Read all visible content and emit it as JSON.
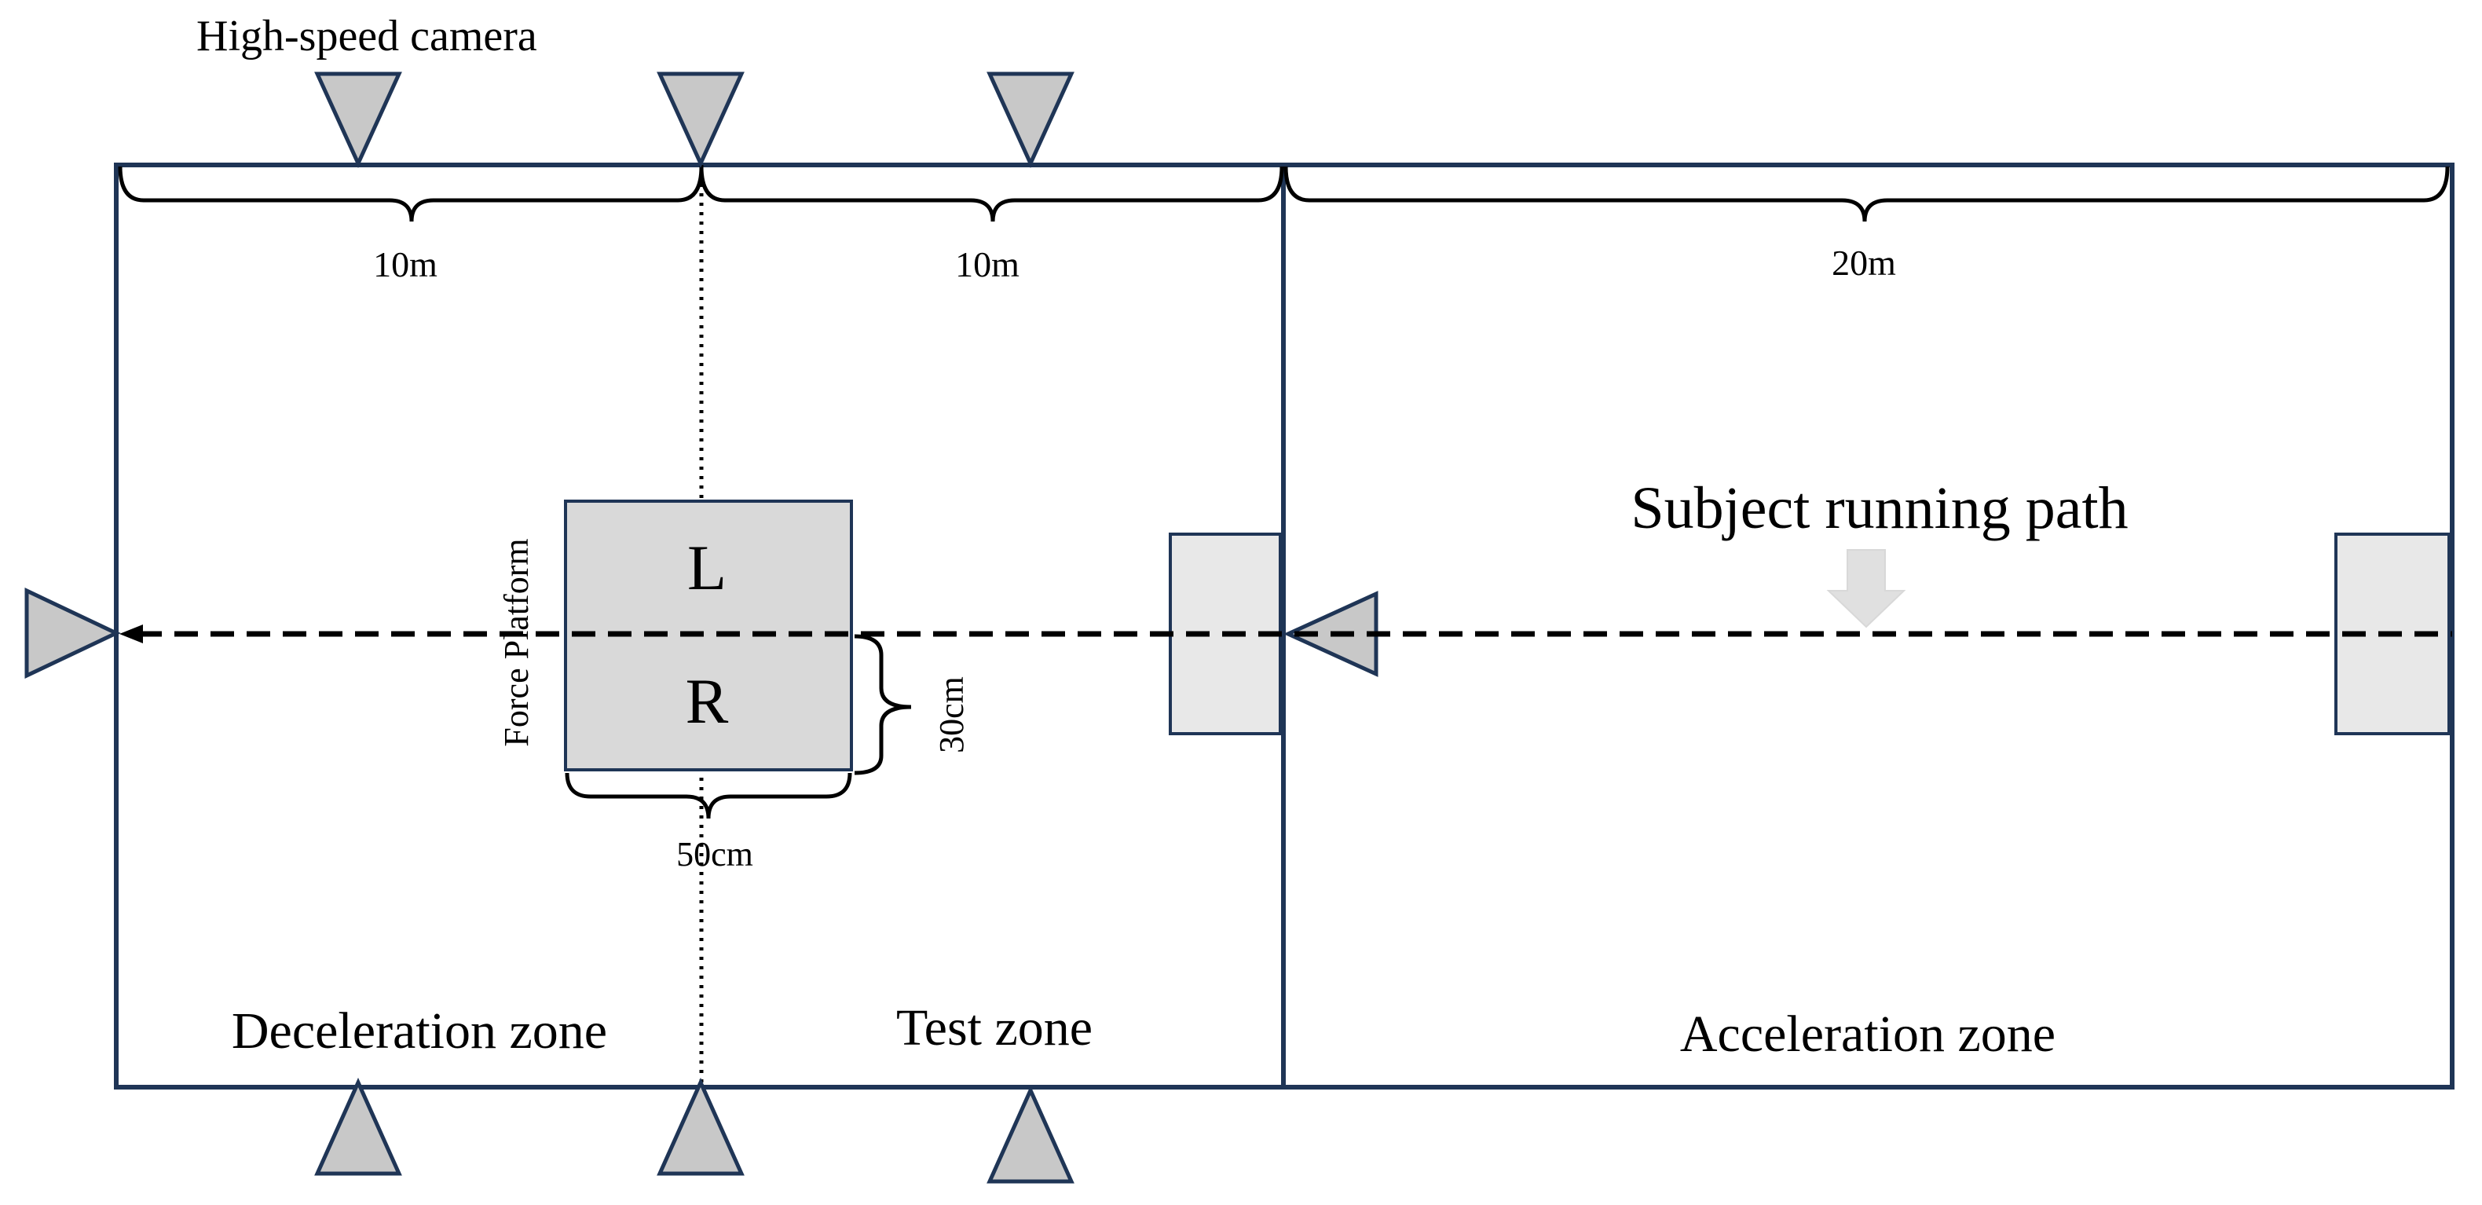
{
  "labels": {
    "camera": "High-speed camera",
    "dim_left": "10m",
    "dim_mid": "10m",
    "dim_right": "20m",
    "path": "Subject running path",
    "platform": "Force Platform",
    "left_foot": "L",
    "right_foot": "R",
    "height_dim": "30cm",
    "width_dim": "50cm",
    "zone_decel": "Deceleration zone",
    "zone_test": "Test zone",
    "zone_accel": "Acceleration zone"
  },
  "colors": {
    "outline": "#1f3556",
    "marker_fill": "#c8c8c8",
    "platform_fill": "#d9d9d9",
    "gate_fill": "#e8e8e8",
    "path_arrow": "#e0e0e0",
    "ink": "#000000"
  },
  "icons": {
    "camera": "downward-triangle / upward-triangle / sideways-triangle",
    "timing_gate": "rectangle",
    "direction": "left-arrow"
  }
}
